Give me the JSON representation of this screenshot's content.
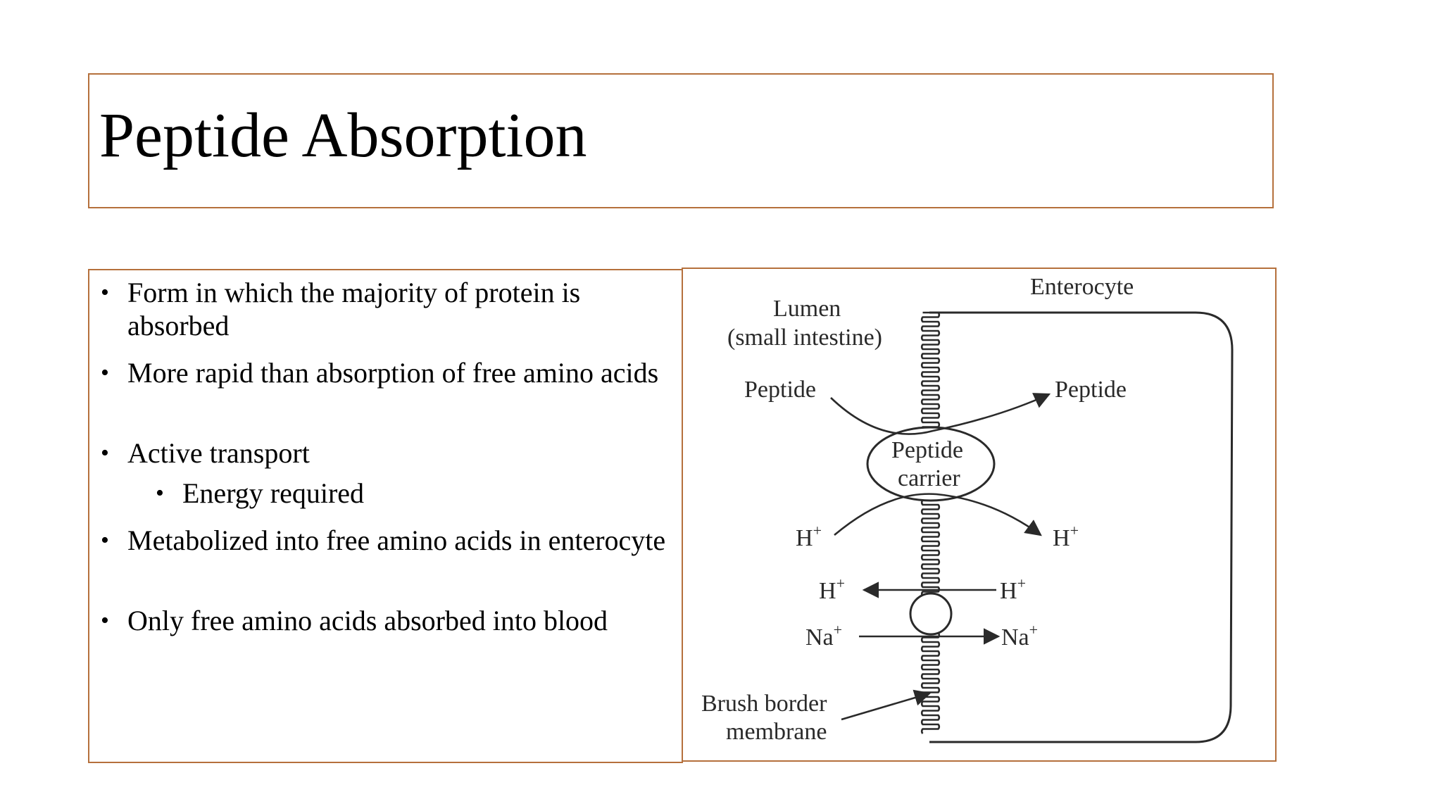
{
  "slide": {
    "title": "Peptide Absorption"
  },
  "bullets": [
    {
      "text": "Form in which the majority of protein is absorbed",
      "level": 1
    },
    {
      "text": "More rapid than absorption of free amino acids",
      "level": 1
    },
    {
      "text": "Active transport",
      "level": 1
    },
    {
      "text": "Energy required",
      "level": 2
    },
    {
      "text": "Metabolized into free amino acids in enterocyte",
      "level": 1
    },
    {
      "text": "Only free amino acids absorbed into blood",
      "level": 1
    }
  ],
  "diagram": {
    "enterocyte_label": "Enterocyte",
    "lumen_label_line1": "Lumen",
    "lumen_label_line2": "(small intestine)",
    "peptide_left": "Peptide",
    "peptide_right": "Peptide",
    "carrier_line1": "Peptide",
    "carrier_line2": "carrier",
    "h_left_upper": "H",
    "h_right_upper": "H",
    "h_left_lower": "H",
    "h_right_lower": "H",
    "na_left": "Na",
    "na_right": "Na",
    "plus": "+",
    "brush_line1": "Brush border",
    "brush_line2": "membrane"
  },
  "colors": {
    "border_accent": "#b5703c",
    "diagram_ink": "#2a2a2a"
  }
}
